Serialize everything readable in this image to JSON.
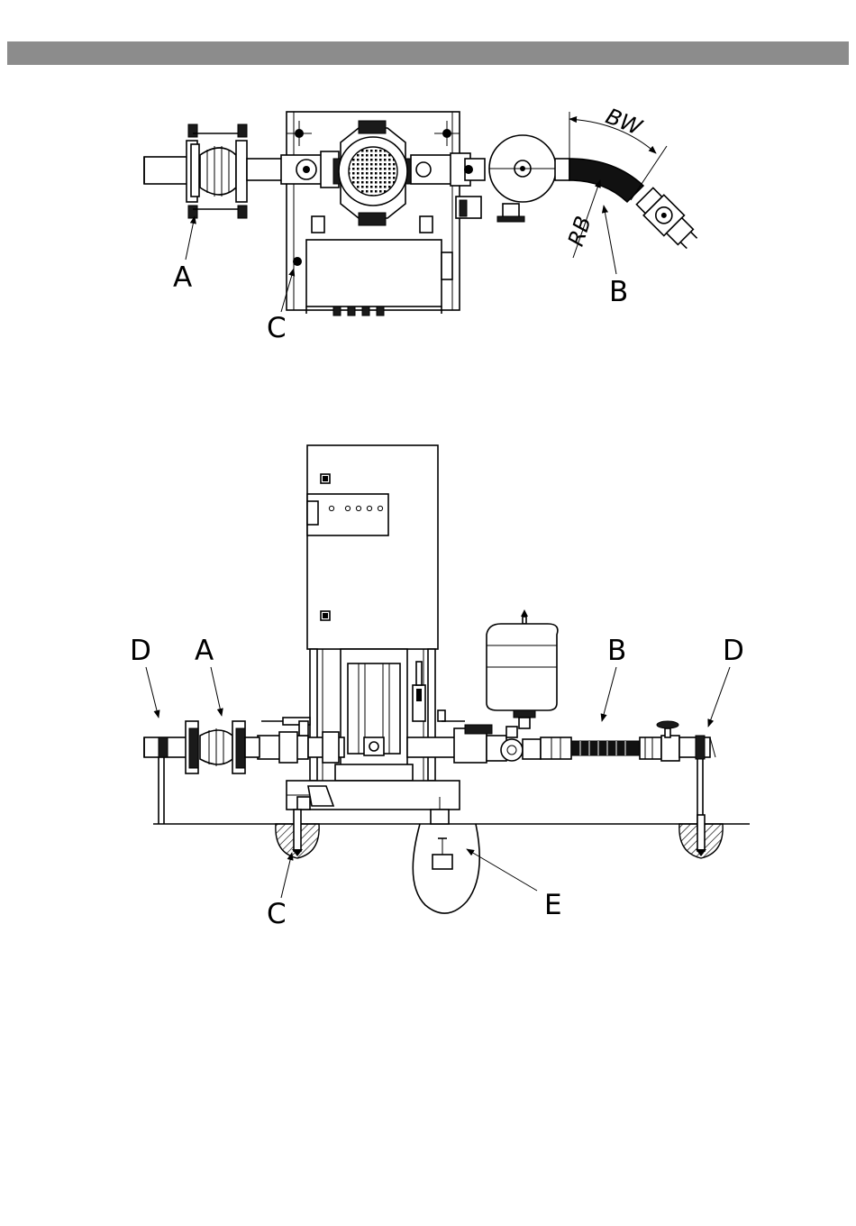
{
  "header": {
    "bar_color": "#8c8c8c"
  },
  "top_view": {
    "callouts": {
      "a": "A",
      "b": "B",
      "c": "C"
    },
    "dimensions": {
      "bend_angle": "BW",
      "bend_radius": "RB"
    }
  },
  "side_view": {
    "callouts": {
      "d_left": "D",
      "a": "A",
      "b": "B",
      "d_right": "D",
      "c": "C",
      "e": "E"
    }
  }
}
